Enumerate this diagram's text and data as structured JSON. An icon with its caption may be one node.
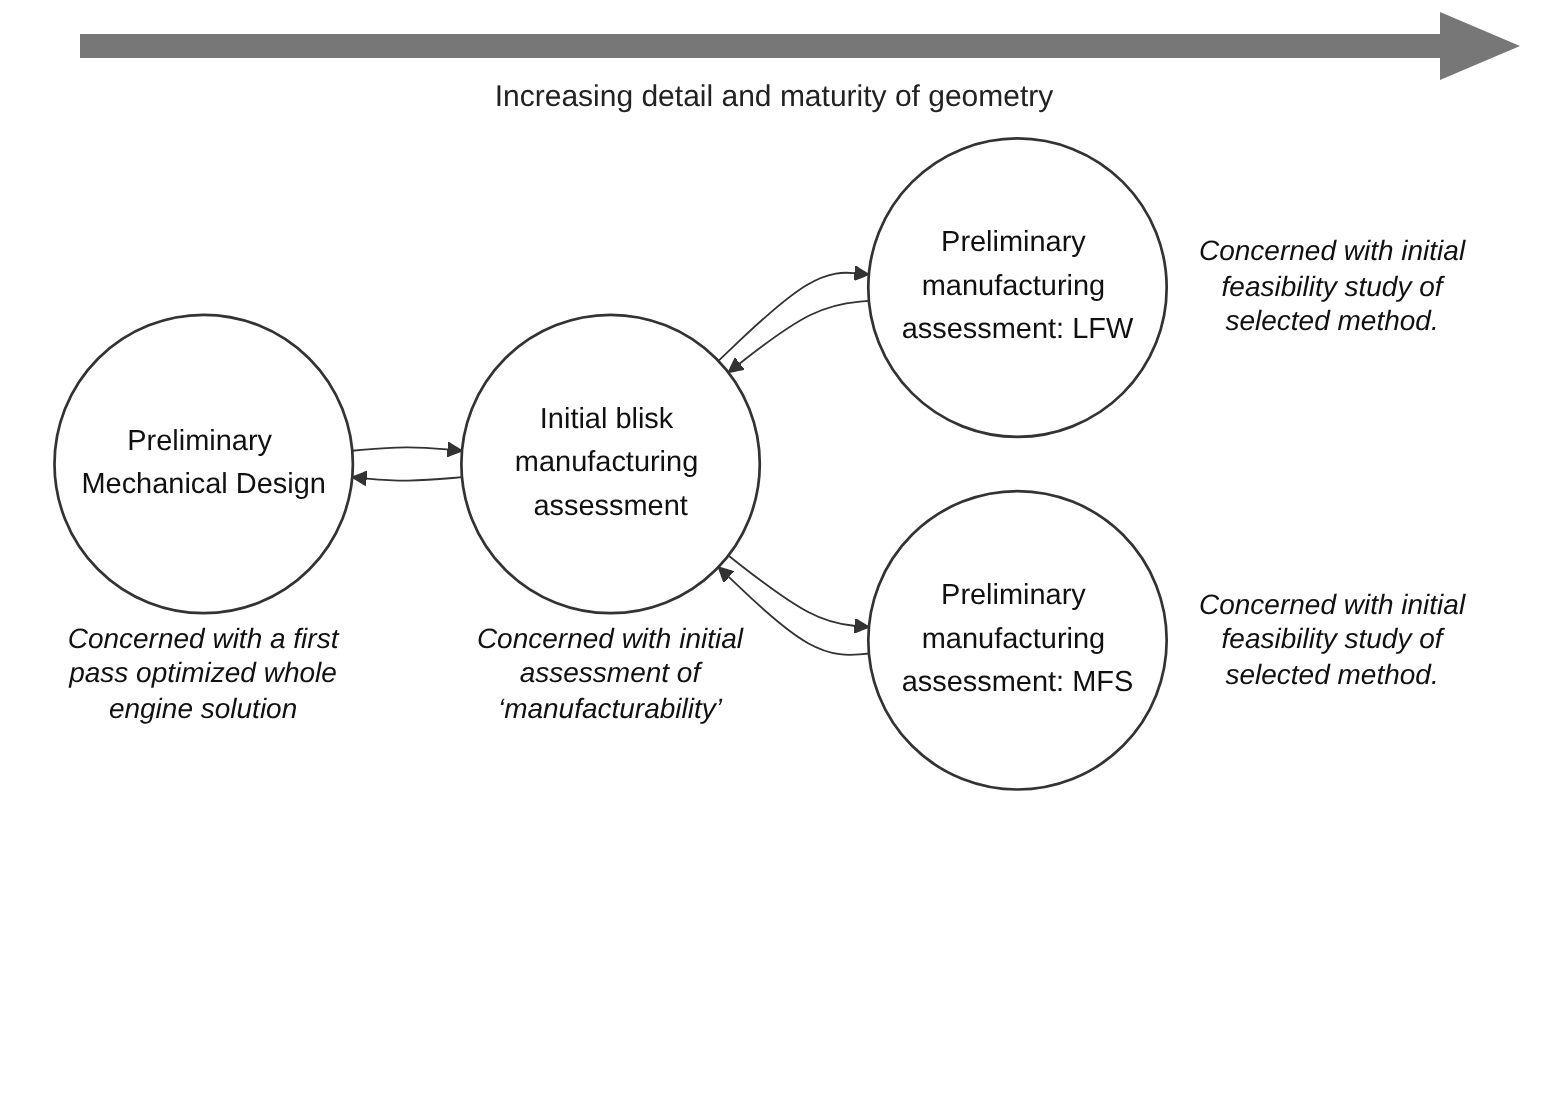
{
  "diagram": {
    "nodes": [
      {
        "text": [
          "Preliminary Mechanical Design"
        ],
        "beside": [
          "Concerned with a first pass optimized whole engine solution"
        ]
      },
      {
        "text": [
          "Preliminary manufacturing assessment: LFW"
        ],
        "beside": [
          "Concerned with initial feasibility study of selected method."
        ]
      },
      {
        "text": [
          "Initial blisk manufacturing assessment"
        ],
        "beside": [
          "Concerned with initial assessment of ‘manufacturability’"
        ]
      },
      {
        "text": [
          "Preliminary manufacturing assessment: MFS"
        ],
        "beside": [
          "Concerned with initial feasibility study of selected method."
        ]
      }
    ],
    "edges": [
      {
        "from": 0,
        "to": 2,
        "arrow": "to"
      },
      {
        "from": 2,
        "to": 0,
        "arrow": "to"
      },
      {
        "from": 2,
        "to": 1,
        "arrow": "to"
      },
      {
        "from": 1,
        "to": 2,
        "arrow": "to"
      },
      {
        "from": 2,
        "to": 3,
        "arrow": "to"
      },
      {
        "from": 3,
        "to": 2,
        "arrow": "to"
      }
    ],
    "labels": [
      "Increasing detail and maturity of geometry"
    ]
  }
}
